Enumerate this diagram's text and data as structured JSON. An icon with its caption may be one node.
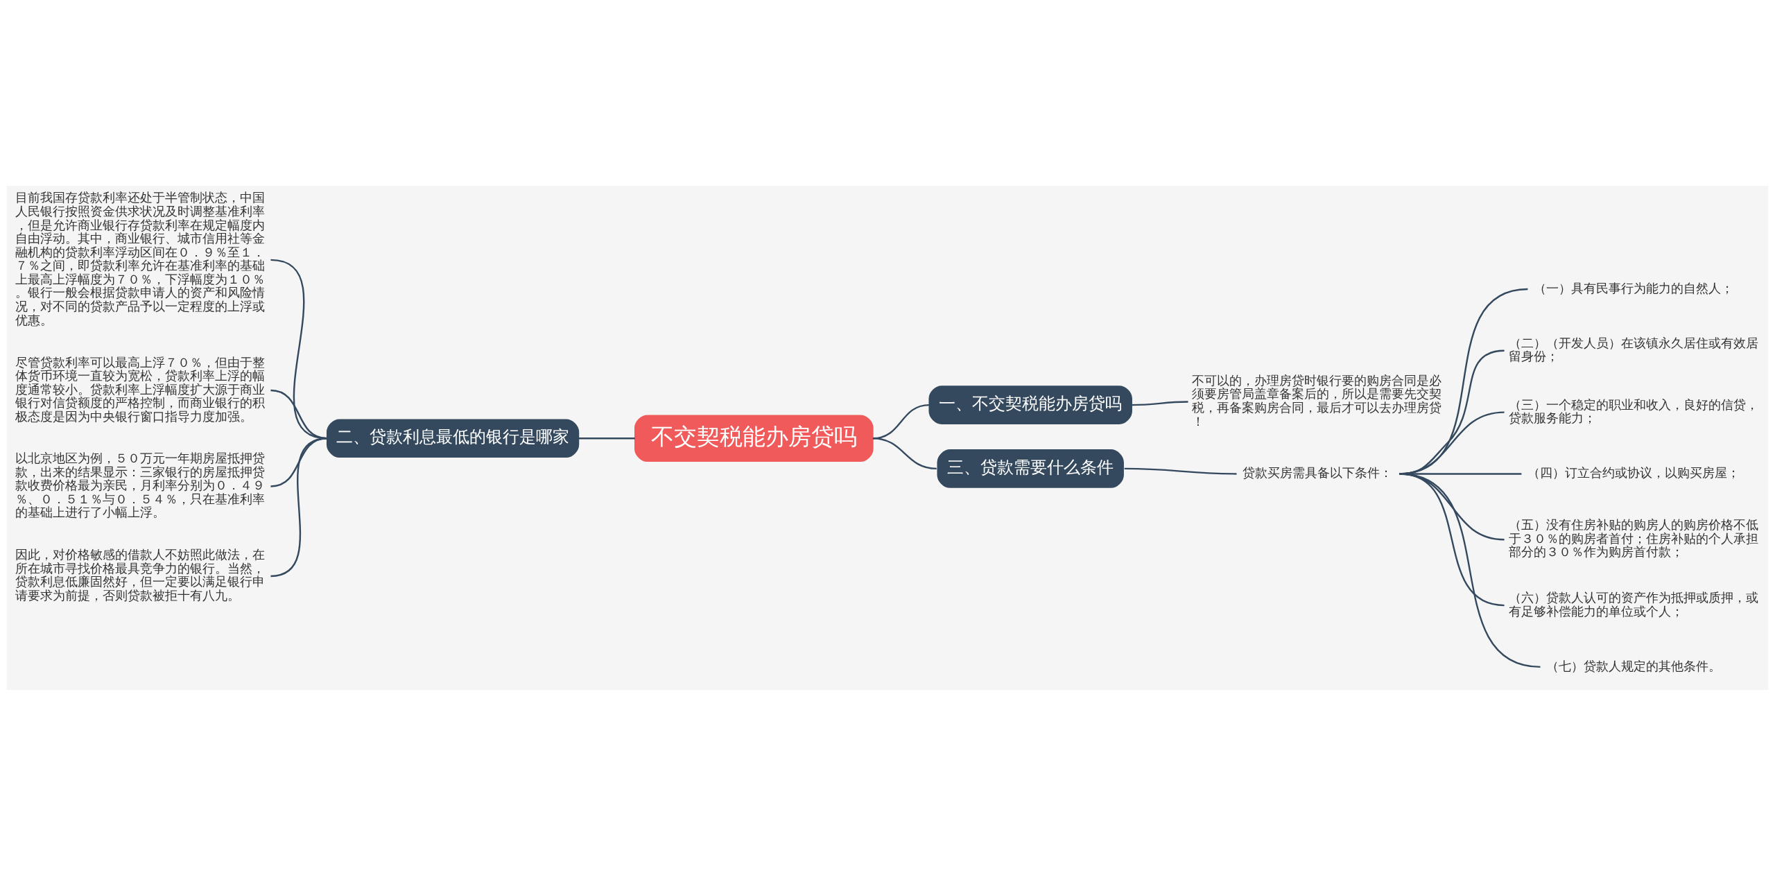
{
  "diagram": {
    "nodes": [
      {
        "text": [
          "不交契税能办房贷吗"
        ]
      },
      {
        "text": [
          "一、不交契税能办房贷吗"
        ]
      },
      {
        "text": [
          "不可以的，办理房贷时银行要的购房合同是必须要房管局盖章备案后的，所以是需要先交契税，再备案购房合同，最后才可以去办理房贷！"
        ]
      },
      {
        "text": [
          "二、贷款利息最低的银行是哪家"
        ]
      },
      {
        "text": [
          "目前我国存贷款利率还处于半管制状态，中国人民银行按照资金供求状况及时调整基准利率，但是允许商业银行存贷款利率在规定幅度内自由浮动。其中，商业银行、城市信用社等金融机构的贷款利率浮动区间在０．９％至１．７％之间，即贷款利率允许在基准利率的基础上最高上浮幅度为７０％，下浮幅度为１０％。银行一般会根据贷款申请人的资产和风险情况，对不同的贷款产品予以一定程度的上浮或优惠。"
        ]
      },
      {
        "text": [
          "尽管贷款利率可以最高上浮７０％，但由于整体货币环境一直较为宽松，贷款利率上浮的幅度通常较小。贷款利率上浮幅度扩大源于商业银行对信贷额度的严格控制，而商业银行的积极态度是因为中央银行窗口指导力度加强。"
        ]
      },
      {
        "text": [
          "以北京地区为例，５０万元一年期房屋抵押贷款，出来的结果显示：三家银行的房屋抵押贷款收费价格最为亲民，月利率分别为０．４９％、０．５１％与０．５４％，只在基准利率的基础上进行了小幅上浮。"
        ]
      },
      {
        "text": [
          "因此，对价格敏感的借款人不妨照此做法，在所在城市寻找价格最具竞争力的银行。当然，贷款利息低廉固然好，但一定要以满足银行申请要求为前提，否则贷款被拒十有八九。"
        ]
      },
      {
        "text": [
          "三、贷款需要什么条件"
        ]
      },
      {
        "text": [
          "贷款买房需具备以下条件："
        ]
      },
      {
        "text": [
          "（一）具有民事行为能力的自然人；"
        ]
      },
      {
        "text": [
          "（二）（开发人员）在该镇永久居住或有效居留身份；"
        ]
      },
      {
        "text": [
          "（三）一个稳定的职业和收入，良好的信贷，贷款服务能力；"
        ]
      },
      {
        "text": [
          "（四）订立合约或协议，以购买房屋；"
        ]
      },
      {
        "text": [
          "（五）没有住房补贴的购房人的购房价格不低于３０％的购房者首付；住房补贴的个人承担部分的３０％作为购房首付款；"
        ]
      },
      {
        "text": [
          "（六）贷款人认可的资产作为抵押或质押，或有足够补偿能力的单位或个人；"
        ]
      },
      {
        "text": [
          "（七）贷款人规定的其他条件。"
        ]
      }
    ],
    "edges": [
      {
        "from": 0,
        "to": 1,
        "arrow": "none"
      },
      {
        "from": 1,
        "to": 2,
        "arrow": "none"
      },
      {
        "from": 3,
        "to": 0,
        "arrow": "none"
      },
      {
        "from": 4,
        "to": 3,
        "arrow": "none"
      },
      {
        "from": 5,
        "to": 3,
        "arrow": "none"
      },
      {
        "from": 6,
        "to": 3,
        "arrow": "none"
      },
      {
        "from": 7,
        "to": 3,
        "arrow": "none"
      },
      {
        "from": 0,
        "to": 8,
        "arrow": "none"
      },
      {
        "from": 8,
        "to": 9,
        "arrow": "none"
      },
      {
        "from": 9,
        "to": 10,
        "arrow": "none"
      },
      {
        "from": 9,
        "to": 11,
        "arrow": "none"
      },
      {
        "from": 9,
        "to": 12,
        "arrow": "none"
      },
      {
        "from": 9,
        "to": 13,
        "arrow": "none"
      },
      {
        "from": 9,
        "to": 14,
        "arrow": "none"
      },
      {
        "from": 9,
        "to": 15,
        "arrow": "none"
      },
      {
        "from": 9,
        "to": 16,
        "arrow": "none"
      }
    ]
  }
}
